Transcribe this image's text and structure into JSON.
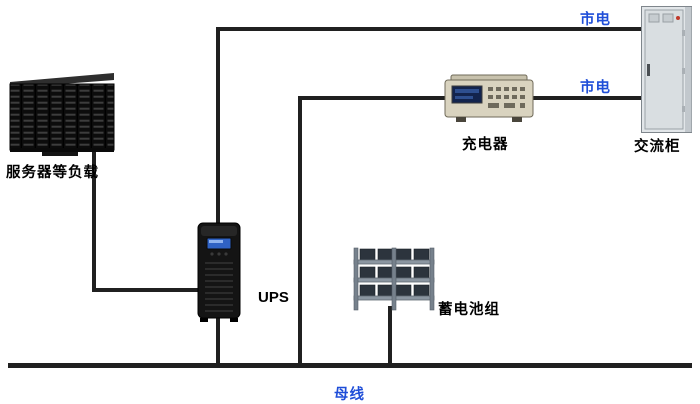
{
  "labels": {
    "server_load": "服务器等负载",
    "mains_top": "市电",
    "mains_middle": "市电",
    "charger": "充电器",
    "ac_cabinet": "交流柜",
    "ups": "UPS",
    "battery_group": "蓄电池组",
    "bus": "母线"
  },
  "colors": {
    "connector_line": "#202020",
    "blue_label": "#1f4ed8",
    "black_label": "#000000",
    "background": "#ffffff"
  }
}
